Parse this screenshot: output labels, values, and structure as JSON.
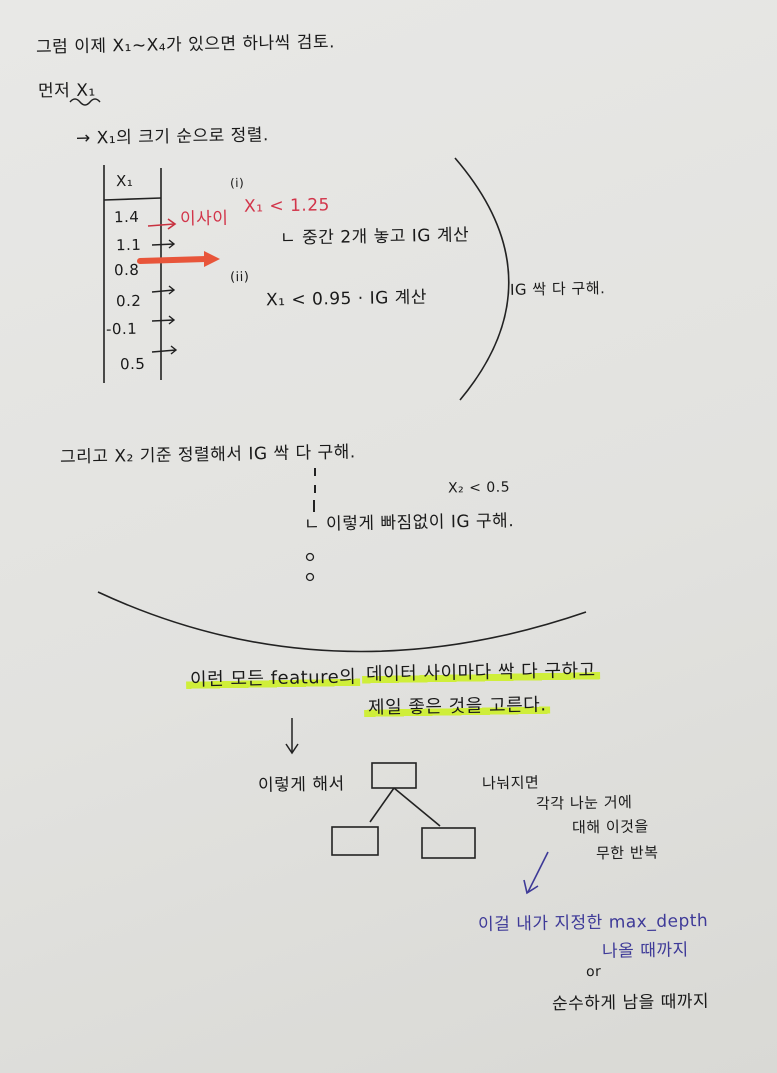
{
  "note": {
    "line1": "그럼 이제 X₁~X₄가 있으면 하나씩 검토.",
    "line2_prefix": "먼저",
    "line2_var": "X₁",
    "line3": "→ X₁의 크기 순으로 정렬.",
    "table_header": "X₁",
    "table_values": [
      "1.4",
      "1.1",
      "0.8",
      "0.2",
      "-0.1",
      "0.5"
    ],
    "split1_marker": "(i)",
    "split1_label": "이사이",
    "split1_cond": "X₁ < 1.25",
    "split1_desc": "ㄴ 중간 2개 놓고 IG 계산",
    "split2_marker": "(ii)",
    "split2_desc": "X₁ < 0.95 · IG 계산",
    "brace_note": "IG 싹 다 구해.",
    "section2": "그리고 X₂ 기준 정렬해서 IG 싹 다 구해.",
    "x2_cond": "X₂ < 0.5",
    "x2_desc": "ㄴ 이렇게 빠짐없이 IG 구해.",
    "highlight1_part1": "이런 모든 feature의",
    "highlight1_part2": "데이터 사이마다 싹 다 구하고",
    "highlight2": "제일 좋은 것을 고른다.",
    "tree_left": "이렇게 해서",
    "tree_right1": "나눠지면",
    "tree_right2": "각각 나눈 거에",
    "tree_right3": "대해 이것을",
    "tree_right4": "무한 반복",
    "stop1": "이걸 내가 지정한 max_depth",
    "stop2": "나올 때까지",
    "or": "or",
    "stop3": "순수하게 남을 때까지"
  }
}
